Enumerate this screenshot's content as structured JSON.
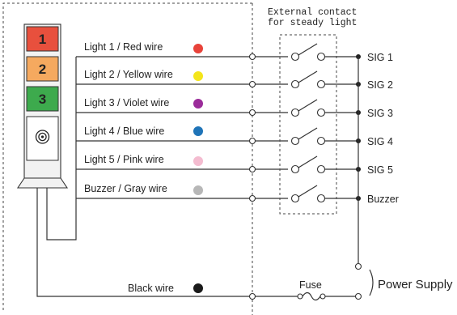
{
  "tower": {
    "lamps": [
      {
        "number": "1",
        "color": "#e8503d"
      },
      {
        "number": "2",
        "color": "#f5a95f"
      },
      {
        "number": "3",
        "color": "#3daa4d"
      }
    ],
    "buzzer_icon": "buzzer-icon"
  },
  "wires": [
    {
      "label": "Light 1 / Red wire",
      "color": "#e8433a",
      "signal": "SIG 1"
    },
    {
      "label": "Light 2 / Yellow wire",
      "color": "#f4e51b",
      "signal": "SIG 2"
    },
    {
      "label": "Light 3 / Violet wire",
      "color": "#9b2c9a",
      "signal": "SIG 3"
    },
    {
      "label": "Light 4 / Blue wire",
      "color": "#1f74b8",
      "signal": "SIG 4"
    },
    {
      "label": "Light 5 / Pink wire",
      "color": "#f4bcd0",
      "signal": "SIG 5"
    },
    {
      "label": "Buzzer / Gray wire",
      "color": "#b7b7b7",
      "signal": "Buzzer"
    }
  ],
  "black_wire": {
    "label": "Black wire",
    "color": "#1a1a1a"
  },
  "external_contact": {
    "line1": "External contact",
    "line2": "for steady light"
  },
  "fuse_label": "Fuse",
  "power_supply_label": "Power Supply"
}
